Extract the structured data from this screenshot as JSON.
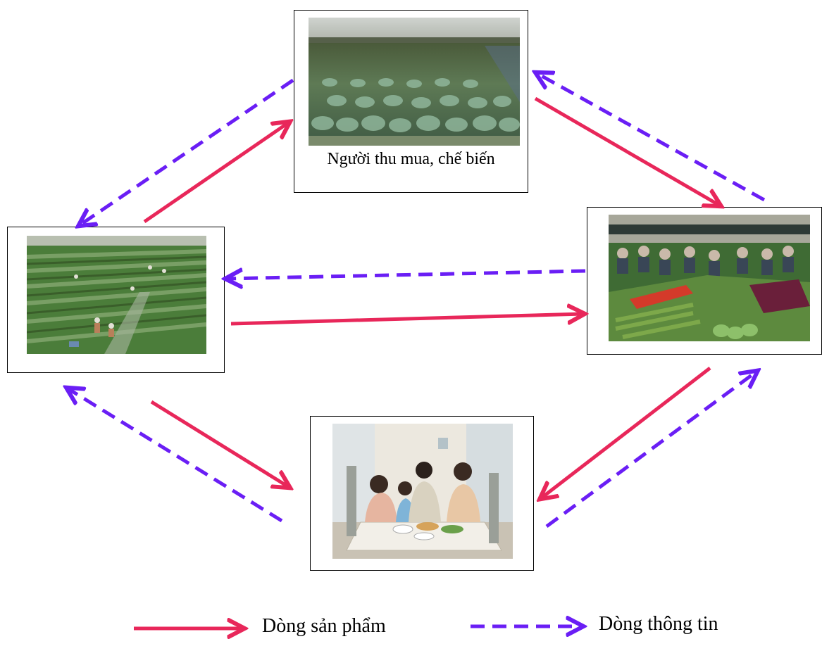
{
  "nodes": {
    "processor": {
      "caption": "Người thu mua, chế biến"
    },
    "farm": {
      "caption": ""
    },
    "market": {
      "caption": ""
    },
    "consumer": {
      "caption": ""
    }
  },
  "legend": {
    "product_flow": "Dòng sản phẩm",
    "info_flow": "Dòng thông tin"
  },
  "colors": {
    "product_flow": "#e8275a",
    "info_flow": "#6a1ef5"
  }
}
